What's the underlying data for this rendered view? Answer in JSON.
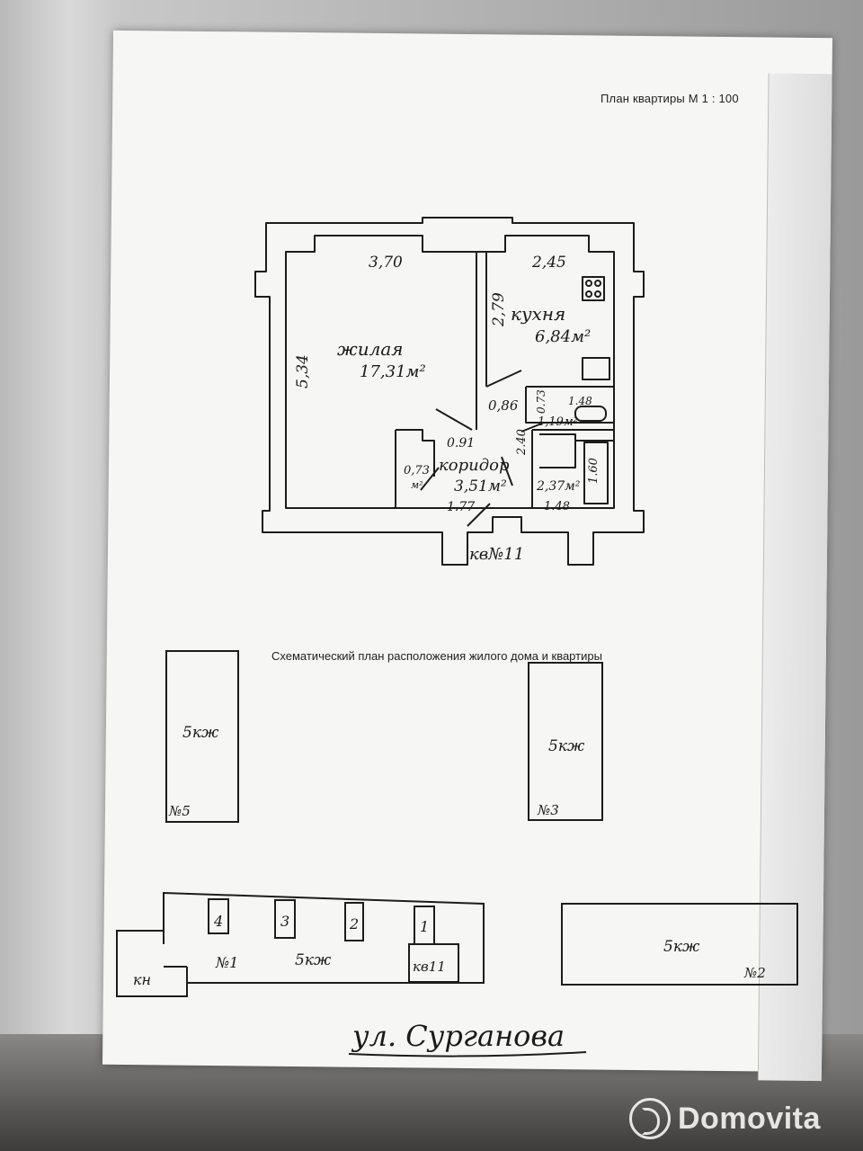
{
  "document": {
    "header_title": "План квартиры М 1 : 100",
    "scheme_title": "Схематический план расположения жилого дома и квартиры"
  },
  "floor_plan": {
    "living": {
      "label": "жилая",
      "area": "17,31м²",
      "width": "3,70",
      "height": "5,34"
    },
    "kitchen": {
      "label": "кухня",
      "area": "6,84м²",
      "width": "2,45",
      "height": "2,79"
    },
    "corridor": {
      "label": "коридор",
      "area": "3,51м²"
    },
    "closet": {
      "area": "0,73",
      "unit": "м²"
    },
    "toilet": {
      "area": "1,19м²",
      "width": "1.48",
      "depth": "0.73"
    },
    "bath": {
      "area": "2,37м²",
      "width": "1.48",
      "depth": "1.60",
      "height": "2.40"
    },
    "dims": {
      "door": "0,86",
      "corr_a": "0.91",
      "corr_b": "1.77"
    },
    "apt_label": "кв№11"
  },
  "site_plan": {
    "building_5": {
      "type": "5кж",
      "number": "№5"
    },
    "building_3": {
      "type": "5кж",
      "number": "№3"
    },
    "building_1": {
      "type": "5кж",
      "number": "№1",
      "entrances": [
        "4",
        "3",
        "2",
        "1"
      ],
      "apt": "кв11"
    },
    "building_2": {
      "type": "5кж",
      "number": "№2"
    },
    "kn": "кн",
    "street": "ул. Сурганова"
  },
  "watermark": {
    "text": "Domovita"
  }
}
